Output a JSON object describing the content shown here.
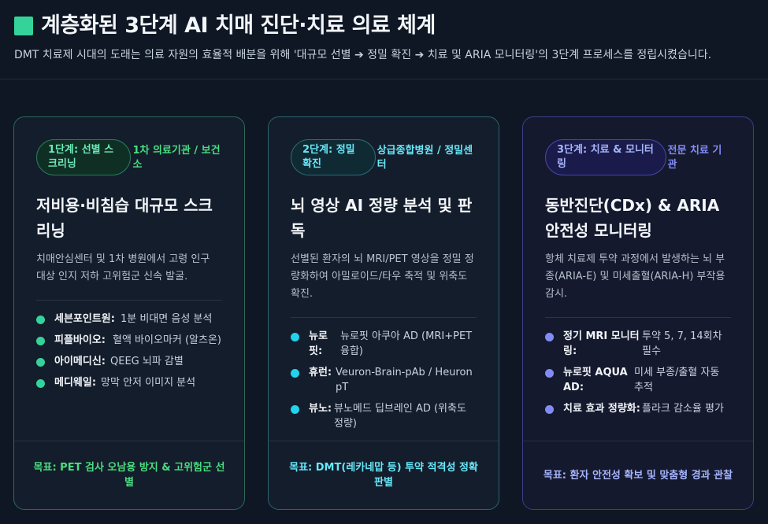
{
  "header": {
    "title": "계층화된 3단계 AI 치매 진단·치료 의료 체계",
    "subtitle": "DMT 치료제 시대의 도래는 의료 자원의 효율적 배분을 위해 '대규모 선별 ➔ 정밀 확진 ➔ 치료 및 ARIA 모니터링'의 3단계 프로세스를 정립시켰습니다."
  },
  "cards": [
    {
      "badge": "1단계: 선별 스크리닝",
      "side": "1차 의료기관 / 보건소",
      "title": "저비용·비침습 대규모 스크리닝",
      "desc": "치매안심센터 및 1차 병원에서 고령 인구 대상 인지 저하 고위험군 신속 발굴.",
      "features": [
        {
          "name": "세븐포인트원:",
          "value": "1분 비대면 음성 분석"
        },
        {
          "name": "피플바이오:",
          "value": "혈액 바이오마커 (알츠온)"
        },
        {
          "name": "아이메디신:",
          "value": "QEEG 뇌파 감별"
        },
        {
          "name": "메디웨일:",
          "value": "망막 안저 이미지 분석"
        }
      ],
      "goal": "목표: PET 검사 오남용 방지 & 고위험군 선별"
    },
    {
      "badge": "2단계: 정밀 확진",
      "side": "상급종합병원 / 정밀센터",
      "title": "뇌 영상 AI 정량 분석 및 판독",
      "desc": "선별된 환자의 뇌 MRI/PET 영상을 정밀 정량화하여 아밀로이드/타우 축적 및 위축도 확진.",
      "features": [
        {
          "name": "뉴로핏:",
          "value": "뉴로핏 아쿠아 AD (MRI+PET 융합)"
        },
        {
          "name": "휴런:",
          "value": "Veuron-Brain-pAb / Heuron pT"
        },
        {
          "name": "뷰노:",
          "value": "뷰노메드 딥브레인 AD (위축도 정량)"
        }
      ],
      "goal": "목표: DMT(레카네맙 등) 투약 적격성 정확 판별"
    },
    {
      "badge": "3단계: 치료 & 모니터링",
      "side": "전문 치료 기관",
      "title": "동반진단(CDx) & ARIA 안전성 모니터링",
      "desc": "항체 치료제 투약 과정에서 발생하는 뇌 부종(ARIA-E) 및 미세출혈(ARIA-H) 부작용 감시.",
      "features": [
        {
          "name": "정기 MRI 모니터링:",
          "value": "투약 5, 7, 14회차 필수"
        },
        {
          "name": "뉴로핏 AQUA AD:",
          "value": "미세 부종/출혈 자동 추적"
        },
        {
          "name": "치료 효과 정량화:",
          "value": "플라크 감소율 평가"
        }
      ],
      "goal": "목표: 환자 안전성 확보 및 맞춤형 경과 관찰"
    }
  ]
}
